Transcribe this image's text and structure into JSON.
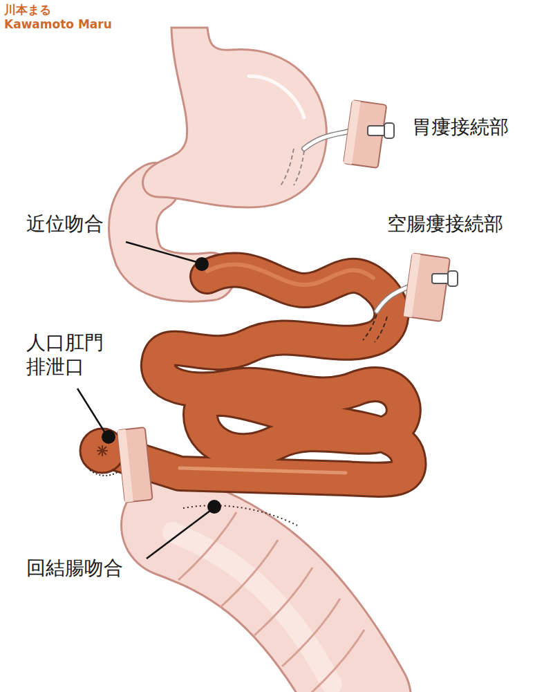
{
  "diagram": {
    "labels": [
      "川本まる",
      "Kawamoto Maru",
      "胃瘻接続部",
      "近位吻合",
      "空腸瘻接続部",
      "人口肛門 排泄口",
      "回結腸吻合"
    ]
  }
}
